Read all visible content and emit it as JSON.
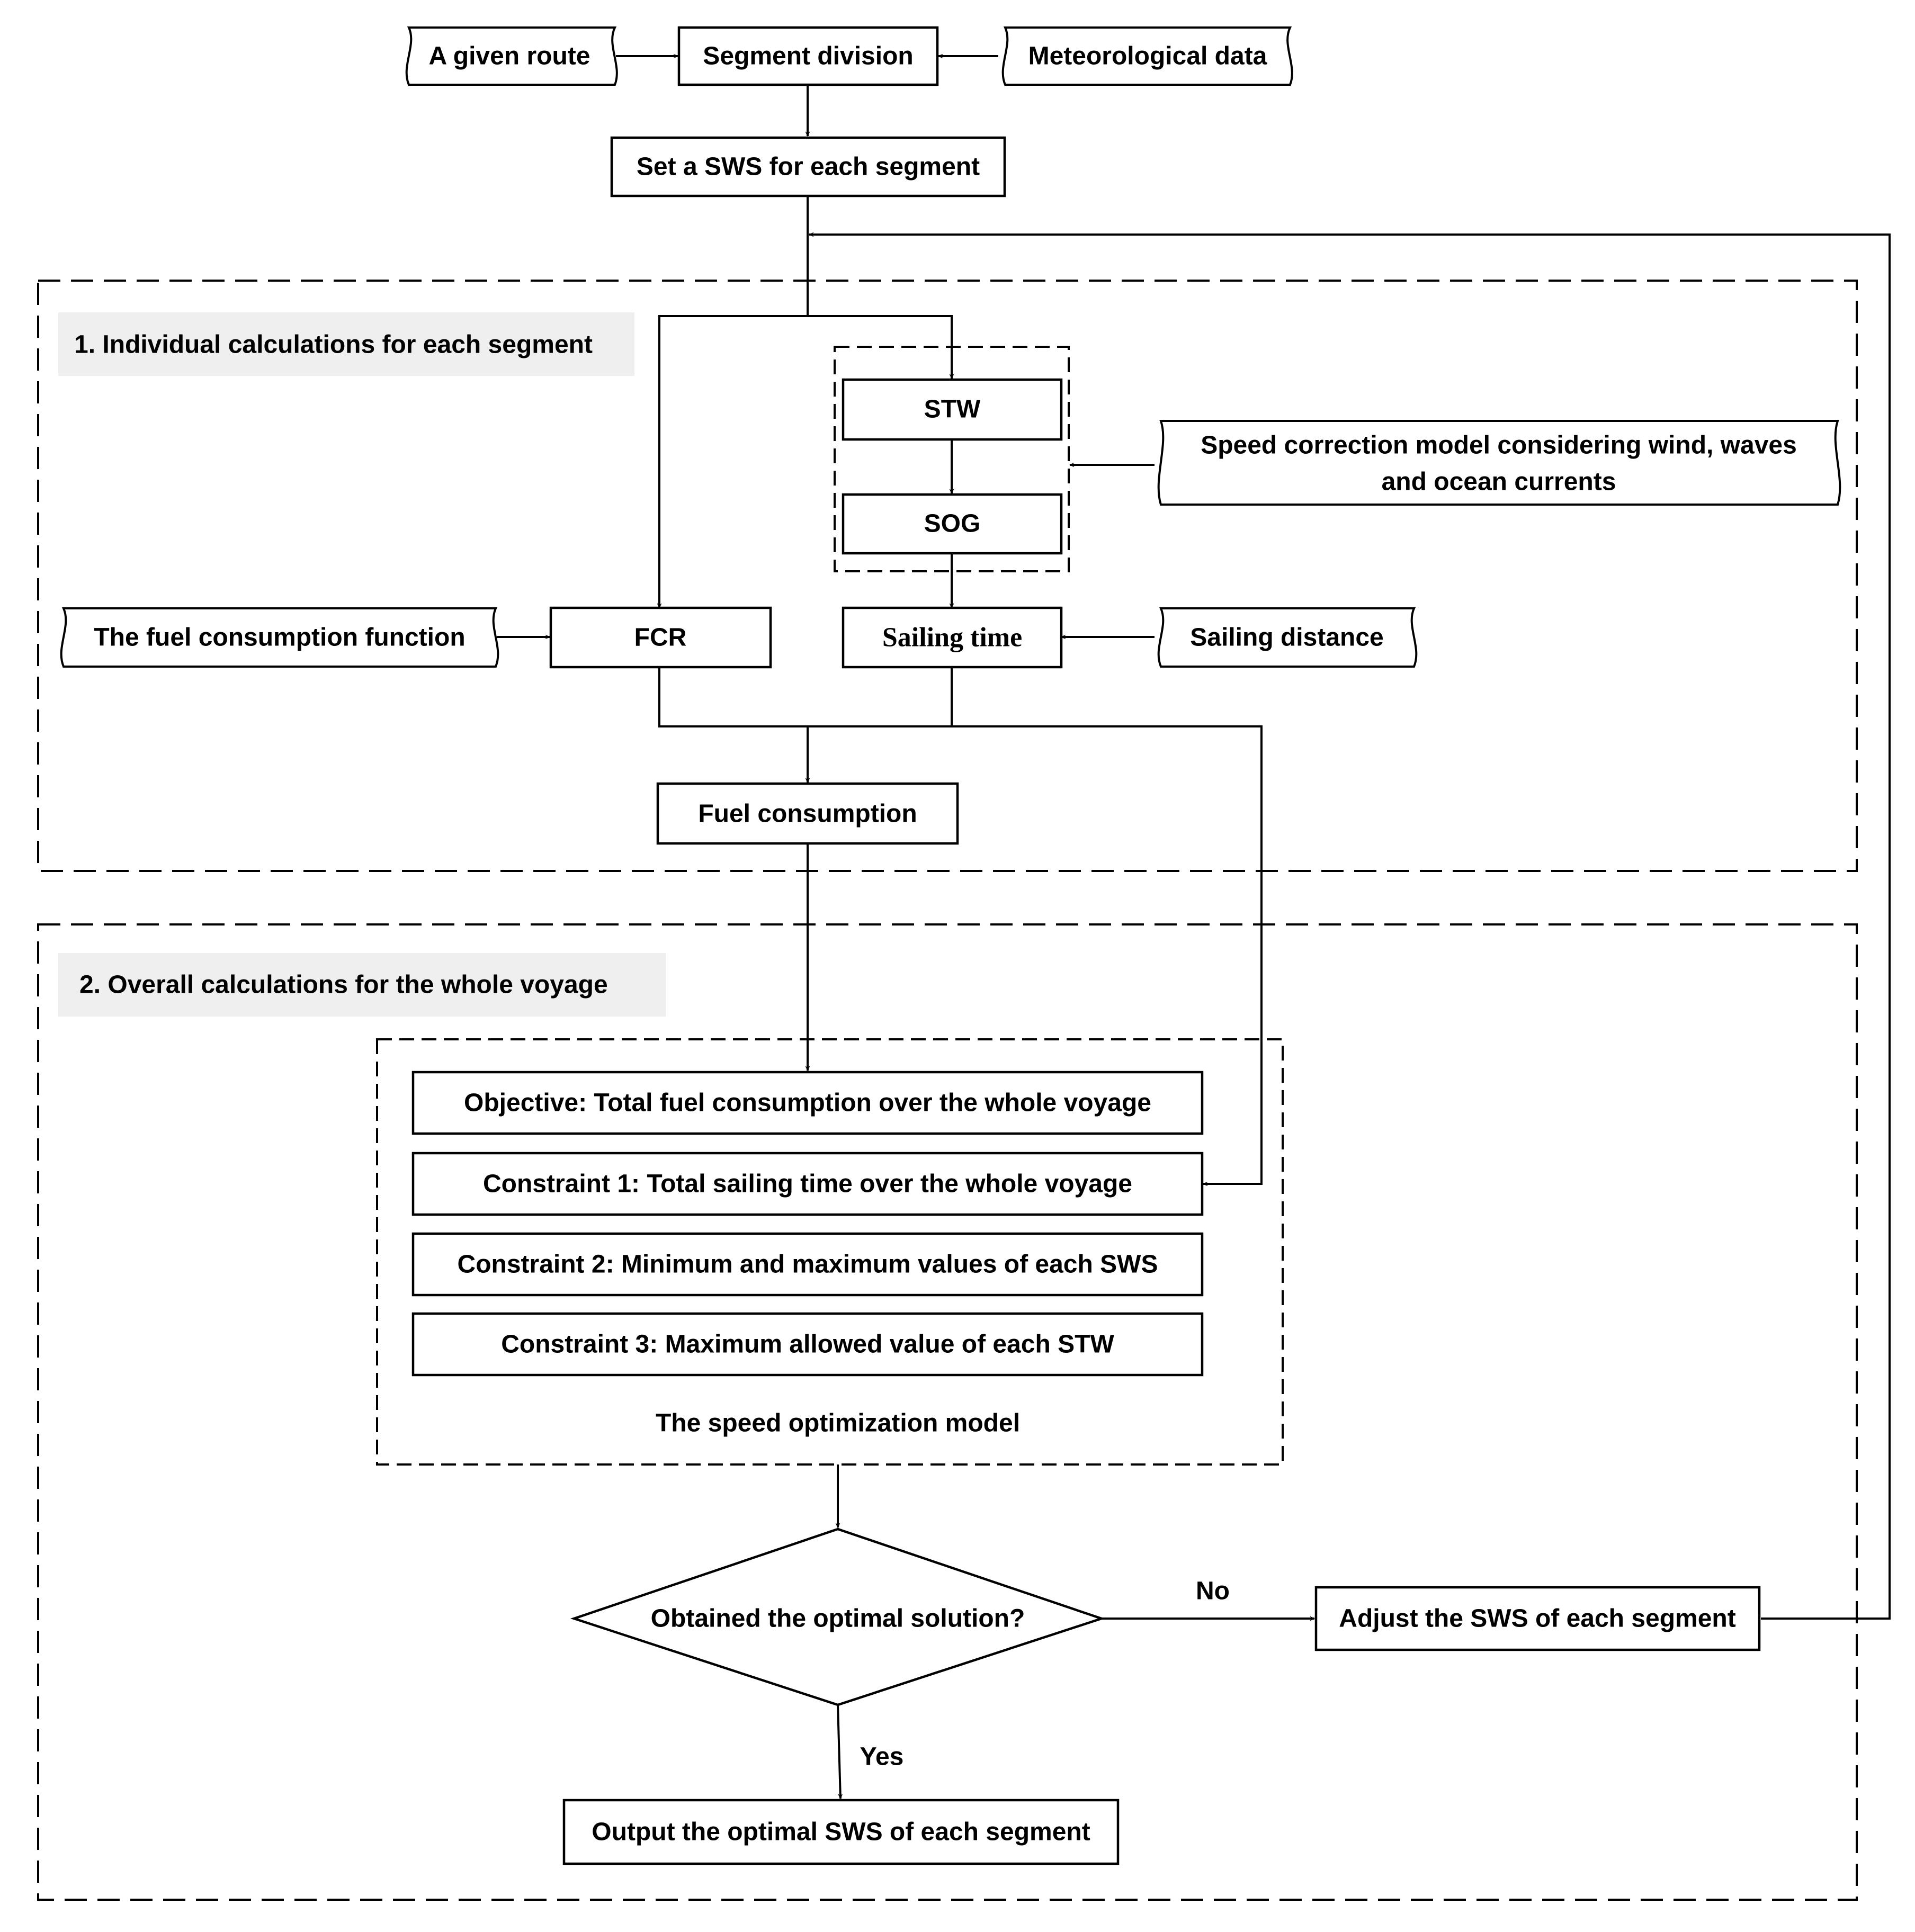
{
  "inputs": {
    "route": "A given route",
    "meteorological_data": "Meteorological data",
    "speed_correction_line1": "Speed correction model considering wind, waves",
    "speed_correction_line2": "and ocean currents",
    "fuel_function": "The fuel consumption function",
    "sailing_distance": "Sailing distance"
  },
  "process": {
    "segment_division": "Segment division",
    "set_sws": "Set a SWS for each segment",
    "stw": "STW",
    "sog": "SOG",
    "fcr": "FCR",
    "sailing_time": "Sailing time",
    "fuel_consumption": "Fuel consumption",
    "adjust_sws": "Adjust the SWS of each segment",
    "output": "Output the optimal SWS of each segment"
  },
  "section1": {
    "label": "1. Individual calculations for each segment"
  },
  "section2": {
    "label": "2. Overall calculations for the whole voyage"
  },
  "model": {
    "title": "The speed optimization model",
    "objective": "Objective: Total fuel consumption over the whole voyage",
    "constraint1": "Constraint 1: Total sailing time over the whole voyage",
    "constraint2": "Constraint 2: Minimum and maximum values of each SWS",
    "constraint3": "Constraint 3: Maximum allowed value of each STW"
  },
  "decision": {
    "question": "Obtained the optimal solution?",
    "no": "No",
    "yes": "Yes"
  }
}
